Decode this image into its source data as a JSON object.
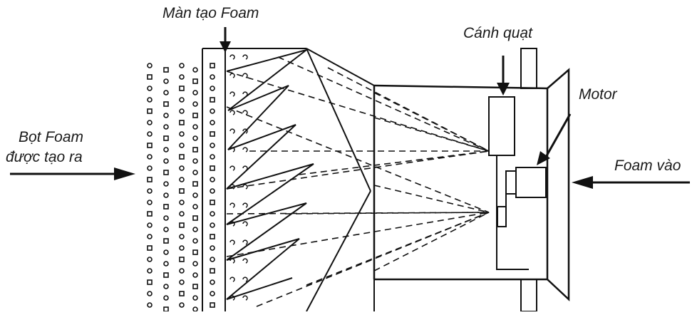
{
  "labels": {
    "foam_screen": "Màn tạo Foam",
    "fan": "Cánh quạt",
    "motor": "Motor",
    "foam_produced_line1": "Bọt Foam",
    "foam_produced_line2": "được tạo ra",
    "foam_in": "Foam vào"
  },
  "colors": {
    "ink": "#111111",
    "background": "#ffffff"
  }
}
